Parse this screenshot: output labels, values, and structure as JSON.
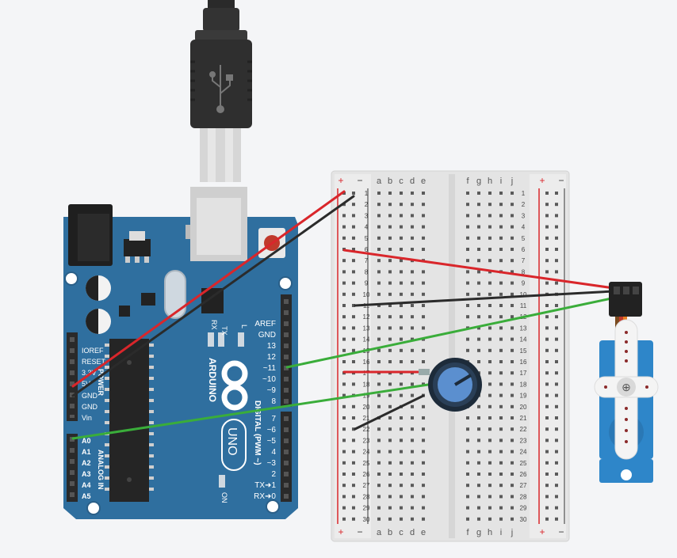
{
  "arduino": {
    "brand": "ARDUINO",
    "model": "UNO",
    "on_label": "ON",
    "tx_label": "TX",
    "rx_label": "RX",
    "l_label": "L",
    "power_header": "POWER",
    "analog_header": "ANALOG IN",
    "digital_header": "DIGITAL (PWM ~)",
    "aref": "AREF",
    "gnd": "GND",
    "power_pins": [
      "IOREF",
      "RESET",
      "3.3V",
      "5V",
      "GND",
      "GND",
      "Vin"
    ],
    "analog_pins": [
      "A0",
      "A1",
      "A2",
      "A3",
      "A4",
      "A5"
    ],
    "digital_top": [
      "13",
      "12",
      "~11",
      "~10",
      "~9",
      "8"
    ],
    "digital_bottom": [
      "7",
      "~6",
      "~5",
      "4",
      "~3",
      "2",
      "TX➜1",
      "RX➜0"
    ]
  },
  "breadboard": {
    "plus": "+",
    "minus": "−",
    "cols_left": [
      "a",
      "b",
      "c",
      "d",
      "e"
    ],
    "cols_right": [
      "f",
      "g",
      "h",
      "i",
      "j"
    ],
    "rows": [
      "1",
      "2",
      "3",
      "4",
      "5",
      "6",
      "7",
      "8",
      "9",
      "10",
      "11",
      "12",
      "13",
      "14",
      "15",
      "16",
      "17",
      "18",
      "19",
      "20",
      "21",
      "22",
      "23",
      "24",
      "25",
      "26",
      "27",
      "28",
      "29",
      "30"
    ]
  },
  "colors": {
    "board": "#2f6f9f",
    "wire_red": "#d9262b",
    "wire_black": "#2b2b2b",
    "wire_green": "#3aad3a",
    "servo_blue": "#2e86c9"
  },
  "icons": [
    "usb-plug-icon",
    "usb-symbol-icon",
    "arduino-infinity-logo-icon",
    "potentiometer-knob-icon",
    "servo-motor-icon"
  ]
}
